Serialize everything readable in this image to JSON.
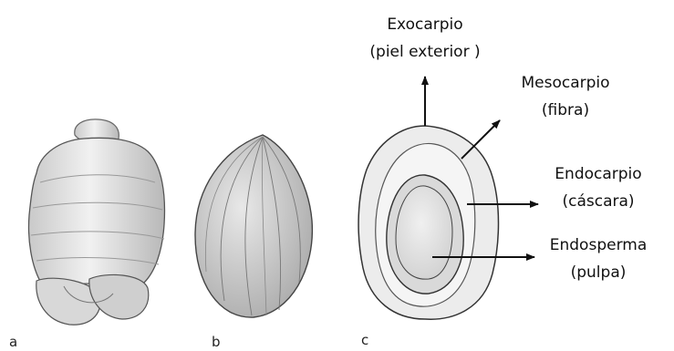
{
  "panels": {
    "a": "a",
    "b": "b",
    "c": "c"
  },
  "labels": {
    "exocarp_name": "Exocarpio",
    "exocarp_desc": "(piel exterior )",
    "mesocarp_name": "Mesocarpio",
    "mesocarp_desc": "(fibra)",
    "endocarp_name": "Endocarpio",
    "endocarp_desc": "(cáscara)",
    "endosperm_name": "Endosperma",
    "endosperm_desc": "(pulpa)"
  },
  "colors": {
    "ink": "#111111",
    "shell": "#dcdcdc",
    "seed": "#e4e4e4",
    "outline": "#444444"
  }
}
